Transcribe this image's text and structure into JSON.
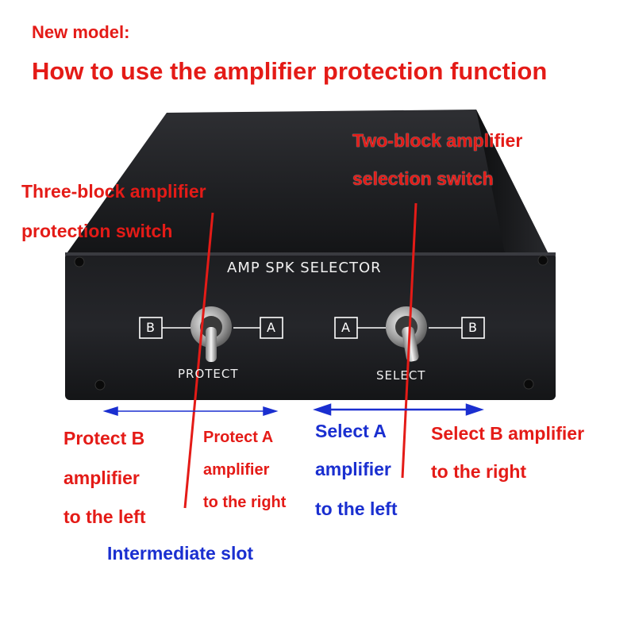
{
  "header": {
    "line1": "New model:",
    "line2": "How to use the amplifier protection function"
  },
  "device": {
    "panel_title": "AMP SPK SELECTOR",
    "protect_switch": {
      "left": "B",
      "right": "A",
      "caption": "PROTECT"
    },
    "select_switch": {
      "left": "A",
      "right": "B",
      "caption": "SELECT"
    }
  },
  "callouts": {
    "three_block": [
      "Three-block amplifier",
      "protection switch"
    ],
    "two_block": [
      "Two-block amplifier",
      "selection switch"
    ],
    "protect_b": [
      "Protect B",
      "amplifier",
      "to the left"
    ],
    "protect_a": [
      "Protect A",
      "amplifier",
      "to the right"
    ],
    "select_a": [
      "Select A",
      "amplifier",
      "to the left"
    ],
    "select_b": [
      "Select B amplifier",
      "to the right"
    ],
    "intermediate": "Intermediate slot"
  },
  "colors": {
    "red": "#e41b17",
    "blue": "#1a2fd0",
    "device_body": "#1c1c1e"
  }
}
